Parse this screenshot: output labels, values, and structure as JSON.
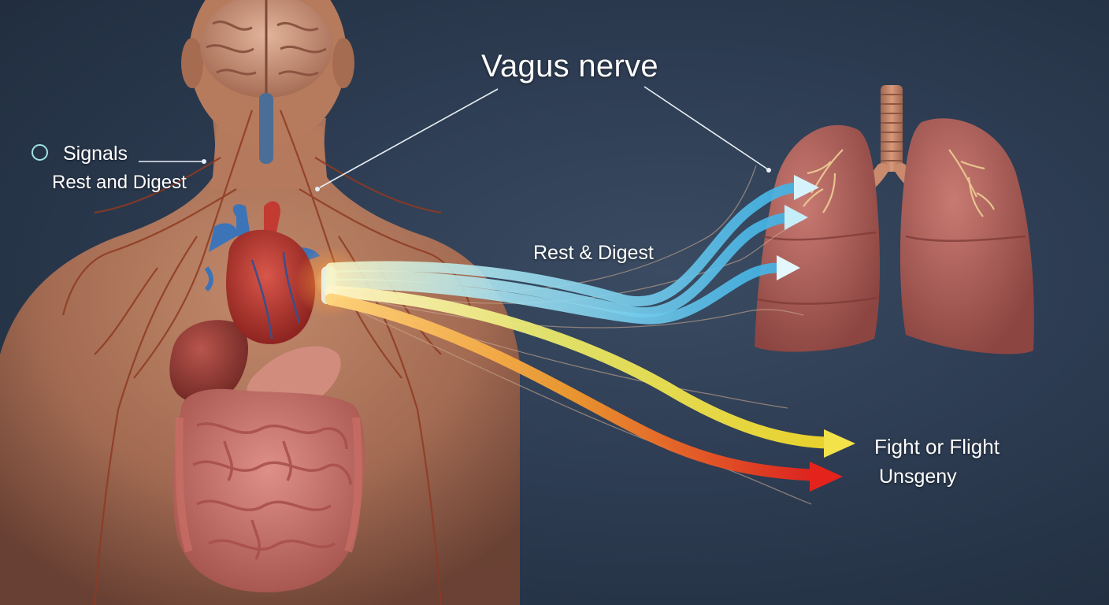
{
  "labels": {
    "title": "Vagus nerve",
    "signals": "Signals",
    "rest_digest_left": "Rest and Digest",
    "rest_digest_mid": "Rest & Digest",
    "fight_or_flight": "Fight or Flight",
    "unsgeny": "Unsgeny"
  },
  "colors": {
    "background": "#2d3c52",
    "skin": "#b97a5c",
    "nerve": "#8e3a22",
    "heart": "#b8382e",
    "vessel_blue": "#3d74b8",
    "organ": "#c46a63",
    "lung": "#b5645d",
    "arrow_cyan": "#5cc8ec",
    "arrow_yellow": "#f2de3a",
    "arrow_red": "#e5231d",
    "signal_ring": "#9fe3e8"
  },
  "icons": {
    "signals_marker": "ring-icon"
  }
}
